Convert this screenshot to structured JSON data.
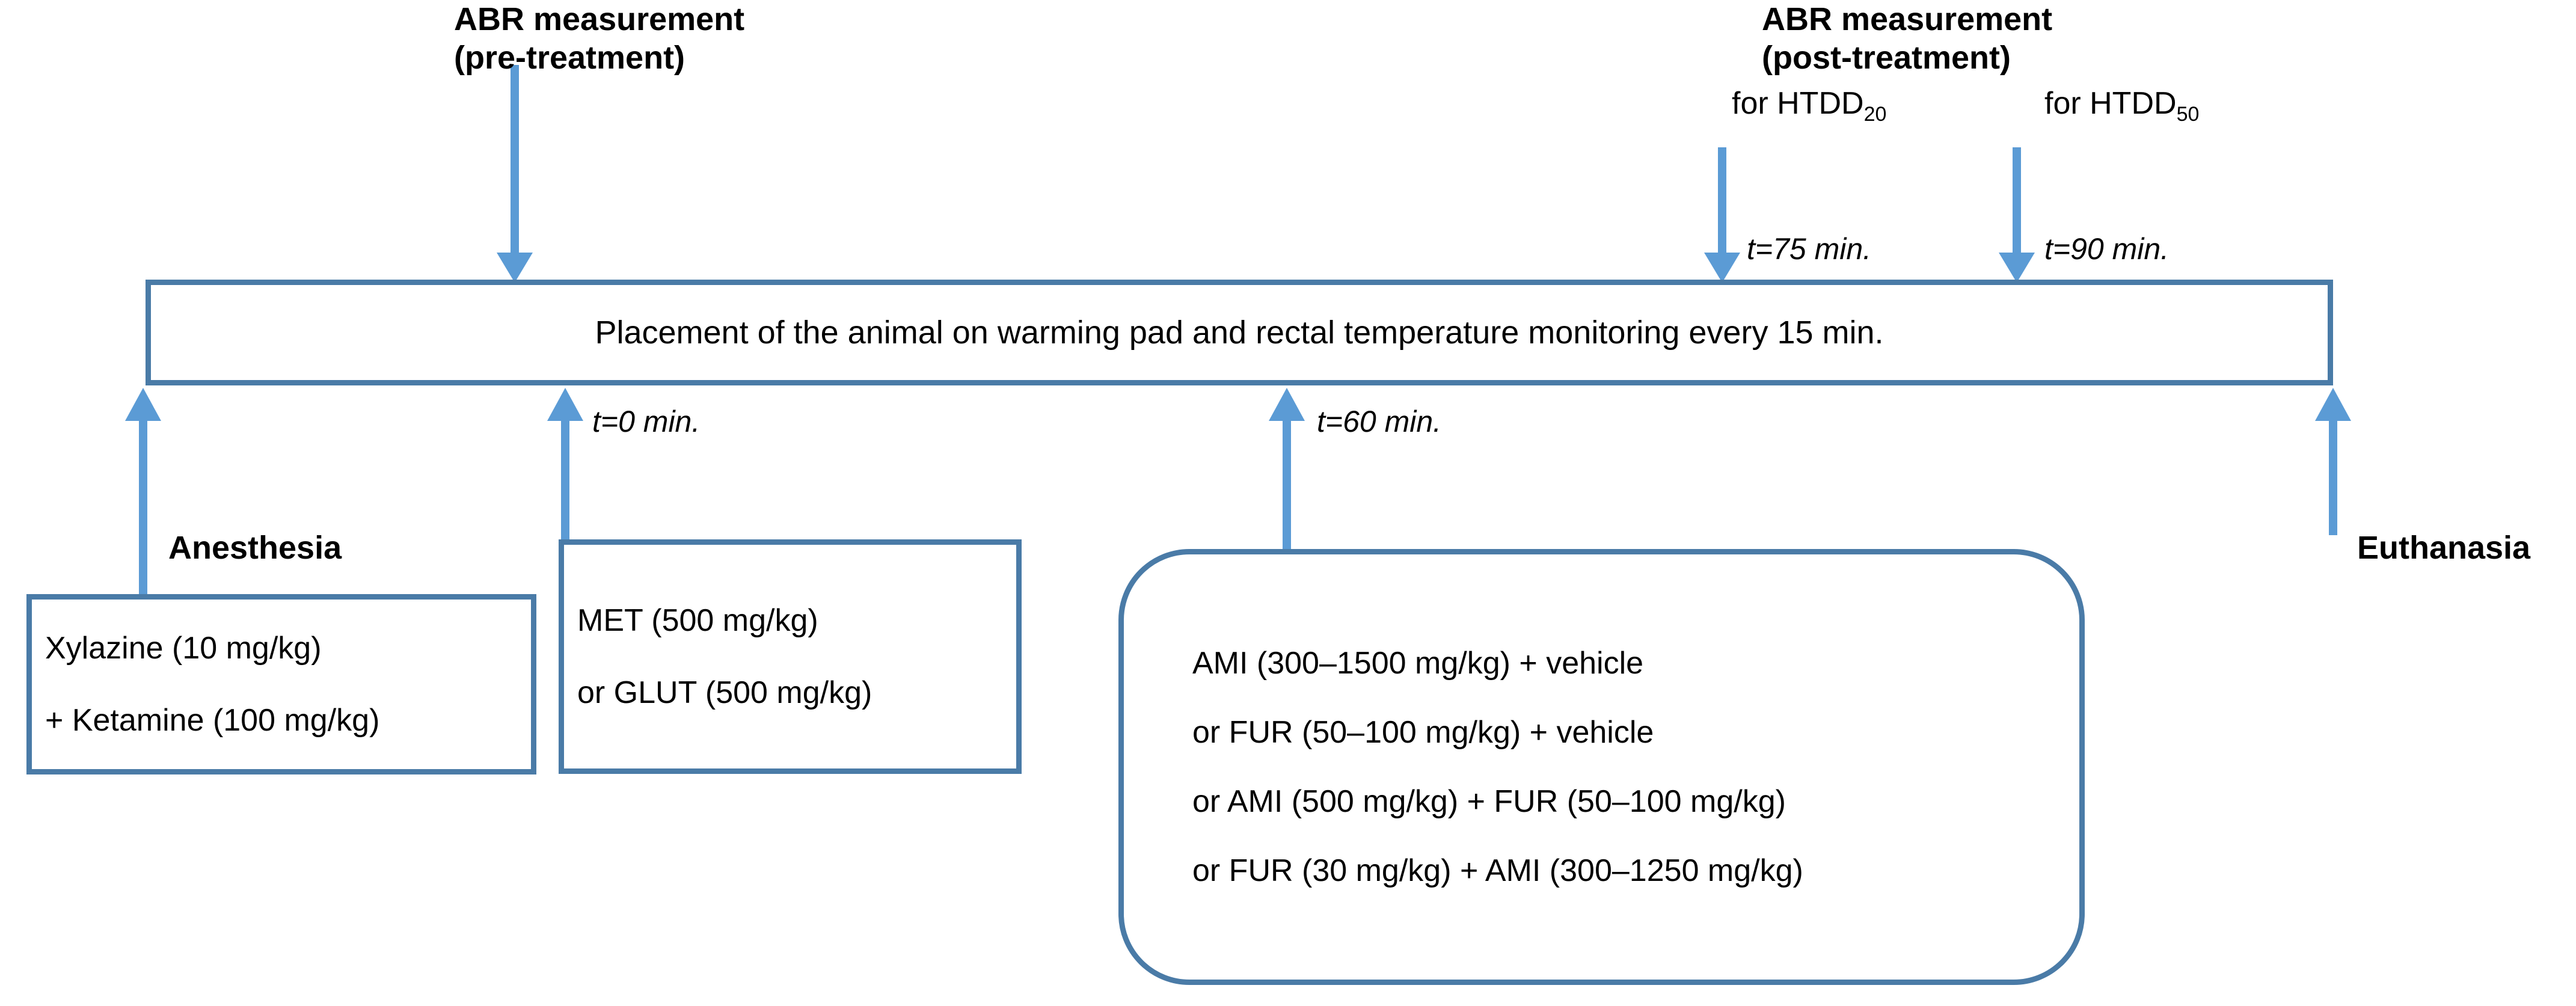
{
  "diagram": {
    "title_top_left": "ABR measurement",
    "accent_color": "#4a7ba7",
    "arrow_color": "#5b9bd5",
    "text_color": "#000000",
    "background": "#ffffff"
  },
  "top_labels": {
    "pre_treatment": {
      "line1": "ABR measurement",
      "line2": "(pre-treatment)"
    },
    "post_treatment": {
      "line1": "ABR measurement",
      "line2": "(post-treatment)",
      "for_htdd20_prefix": "for HTDD",
      "for_htdd20_sub": "20",
      "for_htdd50_prefix": "for HTDD",
      "for_htdd50_sub": "50"
    }
  },
  "time_markers": {
    "t75": "t=75 min.",
    "t90": "t=90 min.",
    "t0": "t=0 min.",
    "t60": "t=60 min."
  },
  "main_bar": {
    "text": "Placement of the animal on warming pad and rectal temperature monitoring every 15 min."
  },
  "side_labels": {
    "anesthesia": "Anesthesia",
    "euthanasia": "Euthanasia"
  },
  "anesthesia_box": {
    "lines": [
      "Xylazine (10 mg/kg)",
      "+ Ketamine (100 mg/kg)"
    ]
  },
  "pretreat_box": {
    "lines": [
      "MET (500 mg/kg)",
      "or GLUT (500 mg/kg)"
    ]
  },
  "treatment_box": {
    "lines": [
      "AMI (300–1500 mg/kg) + vehicle",
      "or FUR (50–100 mg/kg) + vehicle",
      "or AMI (500 mg/kg) + FUR (50–100 mg/kg)",
      "or FUR (30 mg/kg) + AMI (300–1250 mg/kg)"
    ]
  }
}
